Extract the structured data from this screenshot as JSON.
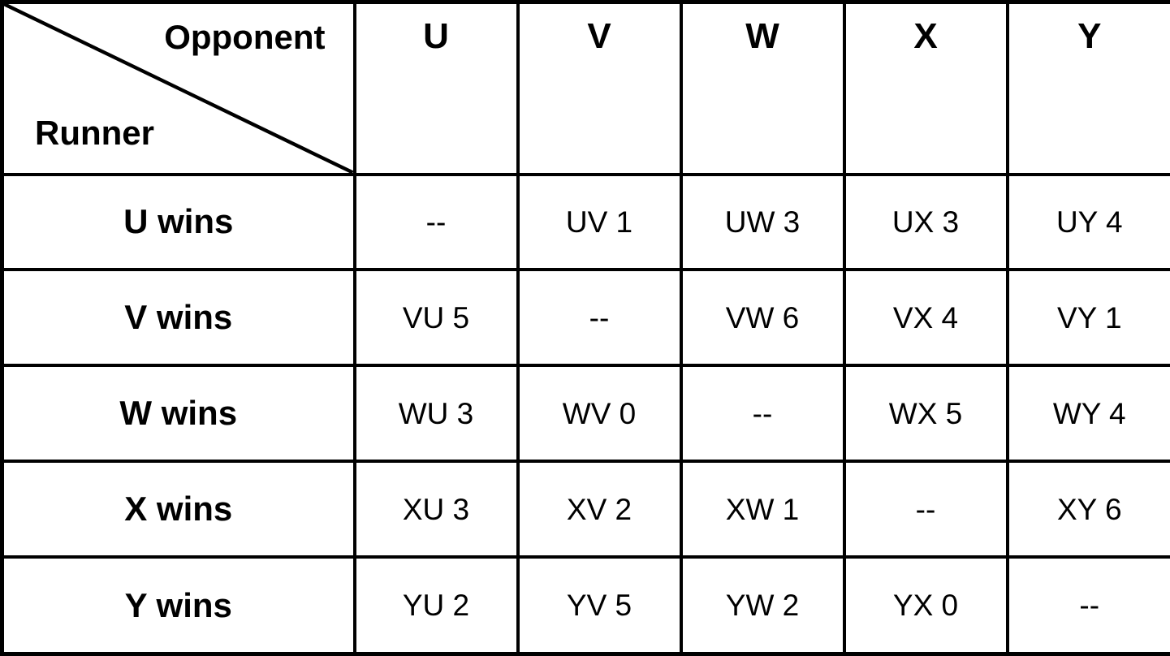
{
  "chart_data": {
    "type": "table",
    "corner": {
      "top_label": "Opponent",
      "bottom_label": "Runner"
    },
    "columns": [
      "U",
      "V",
      "W",
      "X",
      "Y"
    ],
    "rows": [
      {
        "label": "U wins",
        "cells": [
          "--",
          "UV 1",
          "UW 3",
          "UX 3",
          "UY 4"
        ]
      },
      {
        "label": "V wins",
        "cells": [
          "VU 5",
          "--",
          "VW 6",
          "VX 4",
          "VY 1"
        ]
      },
      {
        "label": "W wins",
        "cells": [
          "WU 3",
          "WV 0",
          "--",
          "WX 5",
          "WY 4"
        ]
      },
      {
        "label": "X wins",
        "cells": [
          "XU 3",
          "XV 2",
          "XW 1",
          "--",
          "XY 6"
        ]
      },
      {
        "label": "Y wins",
        "cells": [
          "YU 2",
          "YV 5",
          "YW 2",
          "YX 0",
          "--"
        ]
      }
    ],
    "layout": {
      "grid": "on",
      "diagonal_cell": "top-left, split by diagonal line from top-left to bottom-right"
    },
    "colors": {
      "border": "#000000",
      "background": "#ffffff",
      "text": "#000000"
    }
  }
}
